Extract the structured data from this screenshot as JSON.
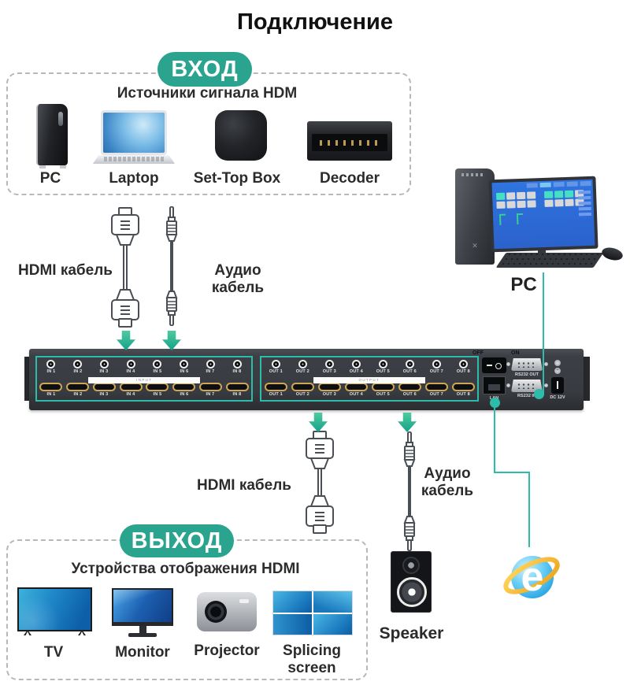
{
  "title": "Подключение",
  "colors": {
    "accent": "#2aa48e",
    "line": "#2dbcaa"
  },
  "input_section": {
    "badge": "ВХОД",
    "heading": "Источники сигнала HDM",
    "devices": [
      {
        "label": "PC"
      },
      {
        "label": "Laptop"
      },
      {
        "label": "Set-Top Box"
      },
      {
        "label": "Decoder"
      }
    ]
  },
  "top_cables": {
    "hdmi_label": "HDMI кабель",
    "audio_label": "Аудио кабель"
  },
  "pc_station": {
    "label": "PC"
  },
  "device": {
    "input_strip": "INPUT",
    "output_strip": "OUTPUT",
    "input_ports": [
      "IN 1",
      "IN 2",
      "IN 3",
      "IN 4",
      "IN 5",
      "IN 6",
      "IN 7",
      "IN 8"
    ],
    "output_ports": [
      "OUT 1",
      "OUT 2",
      "OUT 3",
      "OUT 4",
      "OUT 5",
      "OUT 6",
      "OUT 7",
      "OUT 8"
    ],
    "switch_off": "OFF",
    "switch_on": "ON",
    "rs232_out_label": "RS232 OUT",
    "lan_label": "LAN",
    "rs232_in_label": "RS232 IN",
    "dc_label": "DC 12V"
  },
  "bottom_cables": {
    "hdmi_label": "HDMI кабель",
    "audio_label_line1": "Аудио",
    "audio_label_line2": "кабель"
  },
  "output_section": {
    "badge": "ВЫХОД",
    "heading": "Устройства отображения HDMI",
    "devices": [
      {
        "label": "TV"
      },
      {
        "label": "Monitor"
      },
      {
        "label": "Projector"
      },
      {
        "label": "Splicing screen"
      }
    ]
  },
  "speaker": {
    "label": "Speaker"
  },
  "ie_logo": {
    "letter": "e"
  }
}
